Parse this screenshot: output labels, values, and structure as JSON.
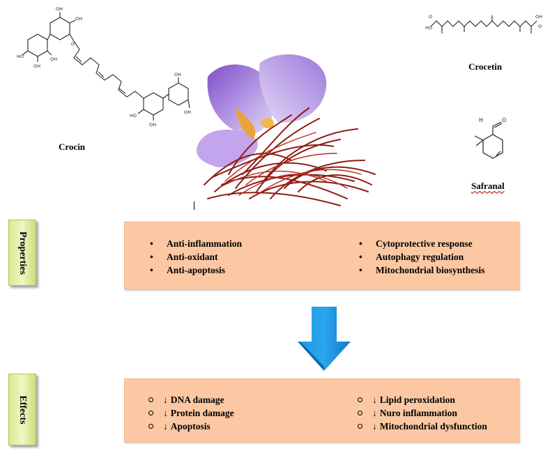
{
  "molecules": {
    "crocin": "Crocin",
    "crocetin": "Crocetin",
    "safranal": "Safranal",
    "atoms": {
      "oh": "OH",
      "o": "O",
      "h": "H",
      "ho": "HO"
    }
  },
  "properties": {
    "tab_label": "Properties",
    "left": [
      "Anti-inflammation",
      "Anti-oxidant",
      "Anti-apoptosis"
    ],
    "right": [
      "Cytoprotective response",
      "Autophagy regulation",
      "Mitochondrial biosynthesis"
    ]
  },
  "effects": {
    "tab_label": "Effects",
    "arrow_glyph": "↓",
    "left": [
      "DNA damage",
      "Protein damage",
      "Apoptosis"
    ],
    "right": [
      "Lipid peroxidation",
      "Nuro inflammation",
      "Mitochondrial dysfunction"
    ]
  },
  "colors": {
    "panel": "#fbc8a3",
    "tab": "#d7ea92",
    "arrow": "#1b8fdc",
    "petal": "#9b6fd6",
    "stigma": "#8e1c14"
  }
}
